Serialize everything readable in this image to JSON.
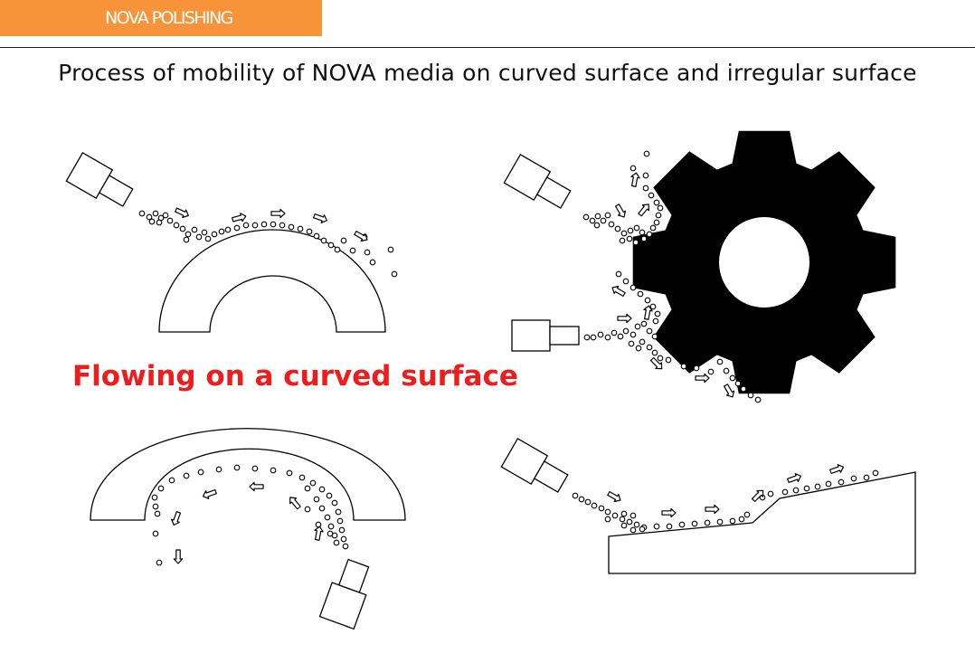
{
  "header": {
    "brand": "NOVA POLISHING",
    "brand_color": "#f79338"
  },
  "title": "Process of mobility of NOVA media on curved surface and irregular surface",
  "caption": "Flowing on a curved surface",
  "caption_color": "#ee1c1c",
  "panels": [
    {
      "name": "outer-curved-surface",
      "icon": "nozzle-icon"
    },
    {
      "name": "gear-irregular-surface",
      "icon": "gear-icon"
    },
    {
      "name": "inner-curved-surface",
      "icon": "nozzle-icon"
    },
    {
      "name": "stepped-slope-surface",
      "icon": "nozzle-icon"
    }
  ]
}
